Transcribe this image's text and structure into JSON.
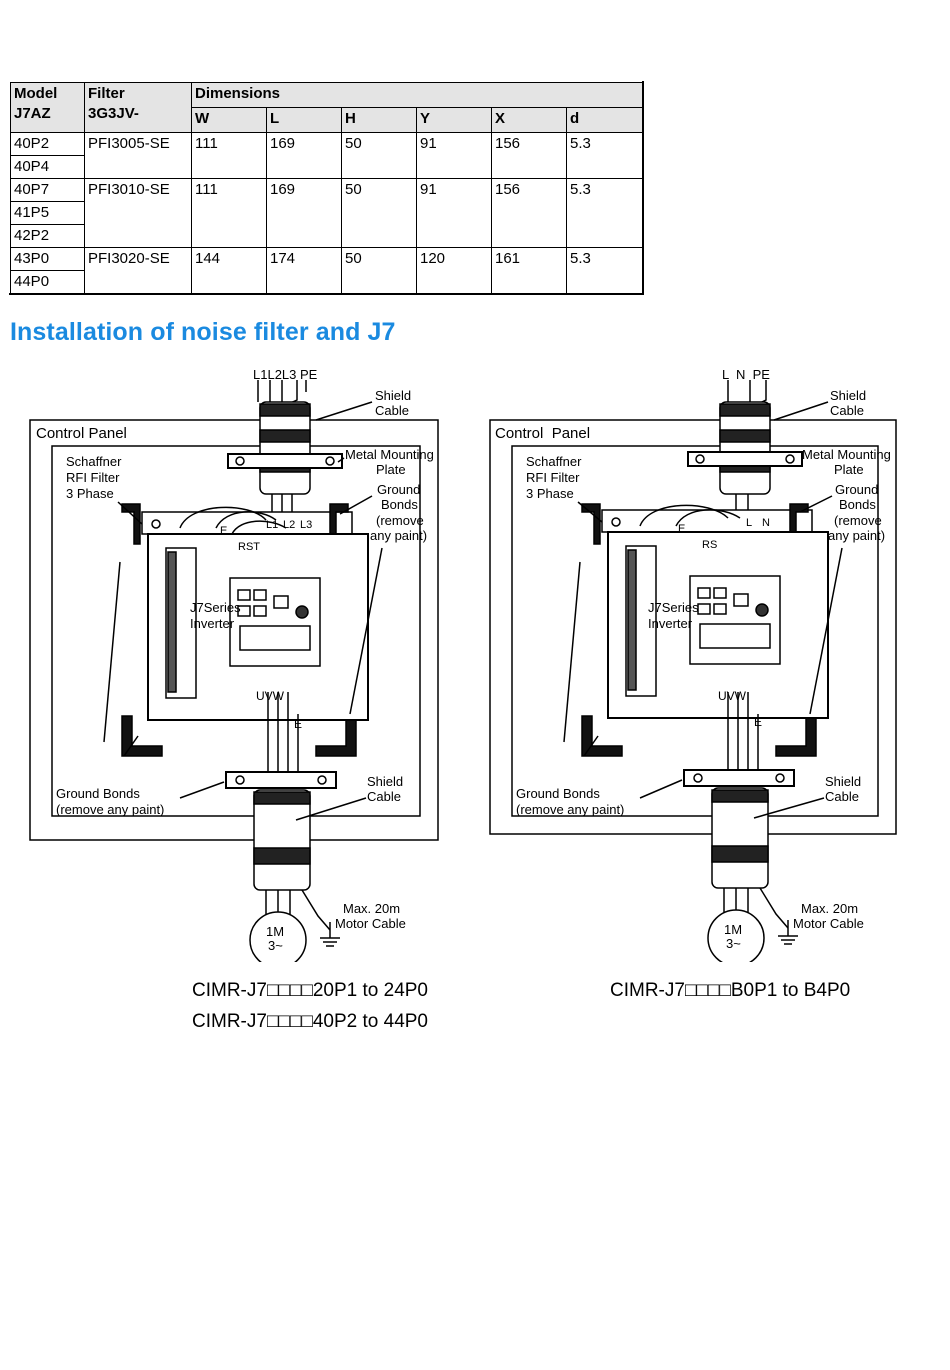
{
  "table": {
    "headers": {
      "model_line1": "Model",
      "model_line2": "J7AZ",
      "filter_line1": "Filter",
      "filter_line2": "3G3JV-",
      "dimensions": "Dimensions",
      "cols": [
        "W",
        "L",
        "H",
        "Y",
        "X",
        "d"
      ]
    },
    "groups": [
      {
        "models": [
          "40P2",
          "40P4"
        ],
        "filter": "PFI3005-SE",
        "values": [
          "111",
          "169",
          "50",
          "91",
          "156",
          "5.3"
        ]
      },
      {
        "models": [
          "40P7",
          "41P5",
          "42P2"
        ],
        "filter": "PFI3010-SE",
        "values": [
          "111",
          "169",
          "50",
          "91",
          "156",
          "5.3"
        ]
      },
      {
        "models": [
          "43P0",
          "44P0"
        ],
        "filter": "PFI3020-SE",
        "values": [
          "144",
          "174",
          "50",
          "120",
          "161",
          "5.3"
        ]
      }
    ]
  },
  "section_title": "Installation of noise filter and J7",
  "diagrams": [
    {
      "terminals_in": "L1L2L3 PE",
      "control_panel": "Control  Panel",
      "filter_label": [
        "Schaffner",
        "RFI Filter",
        "3 Phase"
      ],
      "shield_cable": [
        "Shield",
        "Cable"
      ],
      "metal_mounting": [
        "Metal Mounting",
        "Plate"
      ],
      "ground_bonds_right": [
        "Ground",
        "Bonds",
        "(remove",
        "any paint)"
      ],
      "ground_bonds_bottom": [
        "Ground Bonds",
        "(remove any paint)"
      ],
      "inverter": [
        "J7Series",
        "Inverter"
      ],
      "filter_terminals": [
        "E",
        "L1",
        "L2",
        "L3"
      ],
      "input_terminals": "RST",
      "output_terminals": "UVW",
      "earth": "E",
      "motor_cable": [
        "Max. 20m",
        "Motor Cable"
      ],
      "motor": [
        "1M",
        "3~"
      ]
    },
    {
      "terminals_in": "L  N  PE",
      "control_panel": "Control  Panel",
      "filter_label": [
        "Schaffner",
        "RFI Filter",
        "3 Phase"
      ],
      "shield_cable": [
        "Shield",
        "Cable"
      ],
      "metal_mounting": [
        "Metal Mounting",
        "Plate"
      ],
      "ground_bonds_right": [
        "Ground",
        "Bonds",
        "(remove",
        "any paint)"
      ],
      "ground_bonds_bottom": [
        "Ground Bonds",
        "(remove any paint)"
      ],
      "inverter": [
        "J7Series",
        "Inverter"
      ],
      "filter_terminals": [
        "E",
        "L",
        "N"
      ],
      "input_terminals": "RS",
      "output_terminals": "UVW",
      "earth": "E",
      "motor_cable": [
        "Max. 20m",
        "Motor Cable"
      ],
      "motor": [
        "1M",
        "3~"
      ]
    }
  ],
  "captions": {
    "left_1": "CIMR-J7□□□□20P1 to 24P0",
    "left_2": "CIMR-J7□□□□40P2 to 44P0",
    "right_1": "CIMR-J7□□□□B0P1 to B4P0"
  }
}
